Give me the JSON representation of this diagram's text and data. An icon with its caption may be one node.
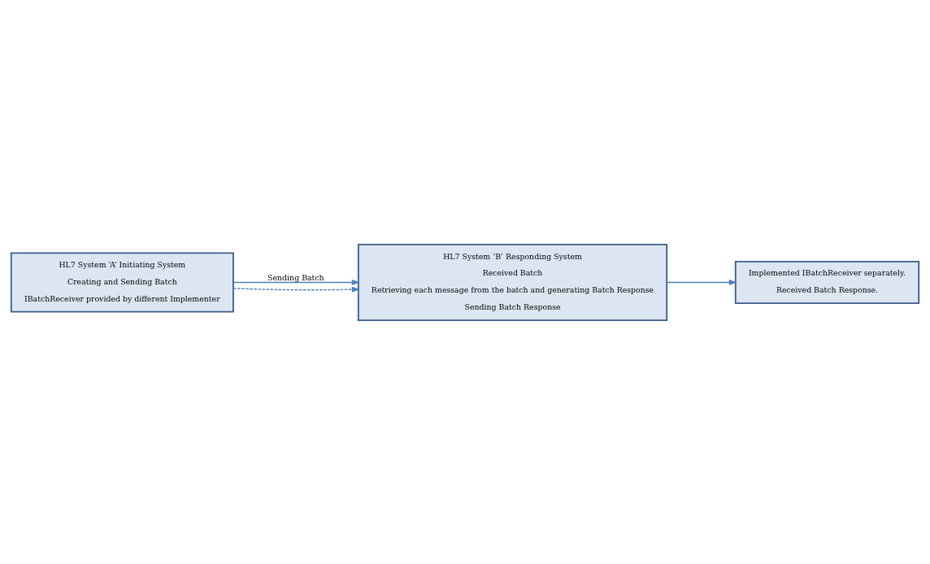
{
  "diagram": {
    "nodes": [
      {
        "text": [
          "HL7 System ‘A’ Initiating System",
          "Creating and Sending Batch",
          "IBatchReceiver provided by different Implementer"
        ]
      },
      {
        "text": [
          "HL7 System ‘B’ Responding System",
          "Received Batch",
          "Retrieving each message from the batch and generating Batch Response",
          "Sending Batch Response"
        ]
      },
      {
        "text": [
          "Implemented IBatchReceiver separately.",
          "Received Batch Response."
        ]
      }
    ],
    "edges": [
      {
        "from": 0,
        "to": 1,
        "arrow": "to",
        "label": "Sending Batch"
      },
      {
        "from": 0,
        "to": 1,
        "arrow": "to",
        "style": "dashed"
      },
      {
        "from": 1,
        "to": 2,
        "arrow": "to"
      }
    ]
  }
}
